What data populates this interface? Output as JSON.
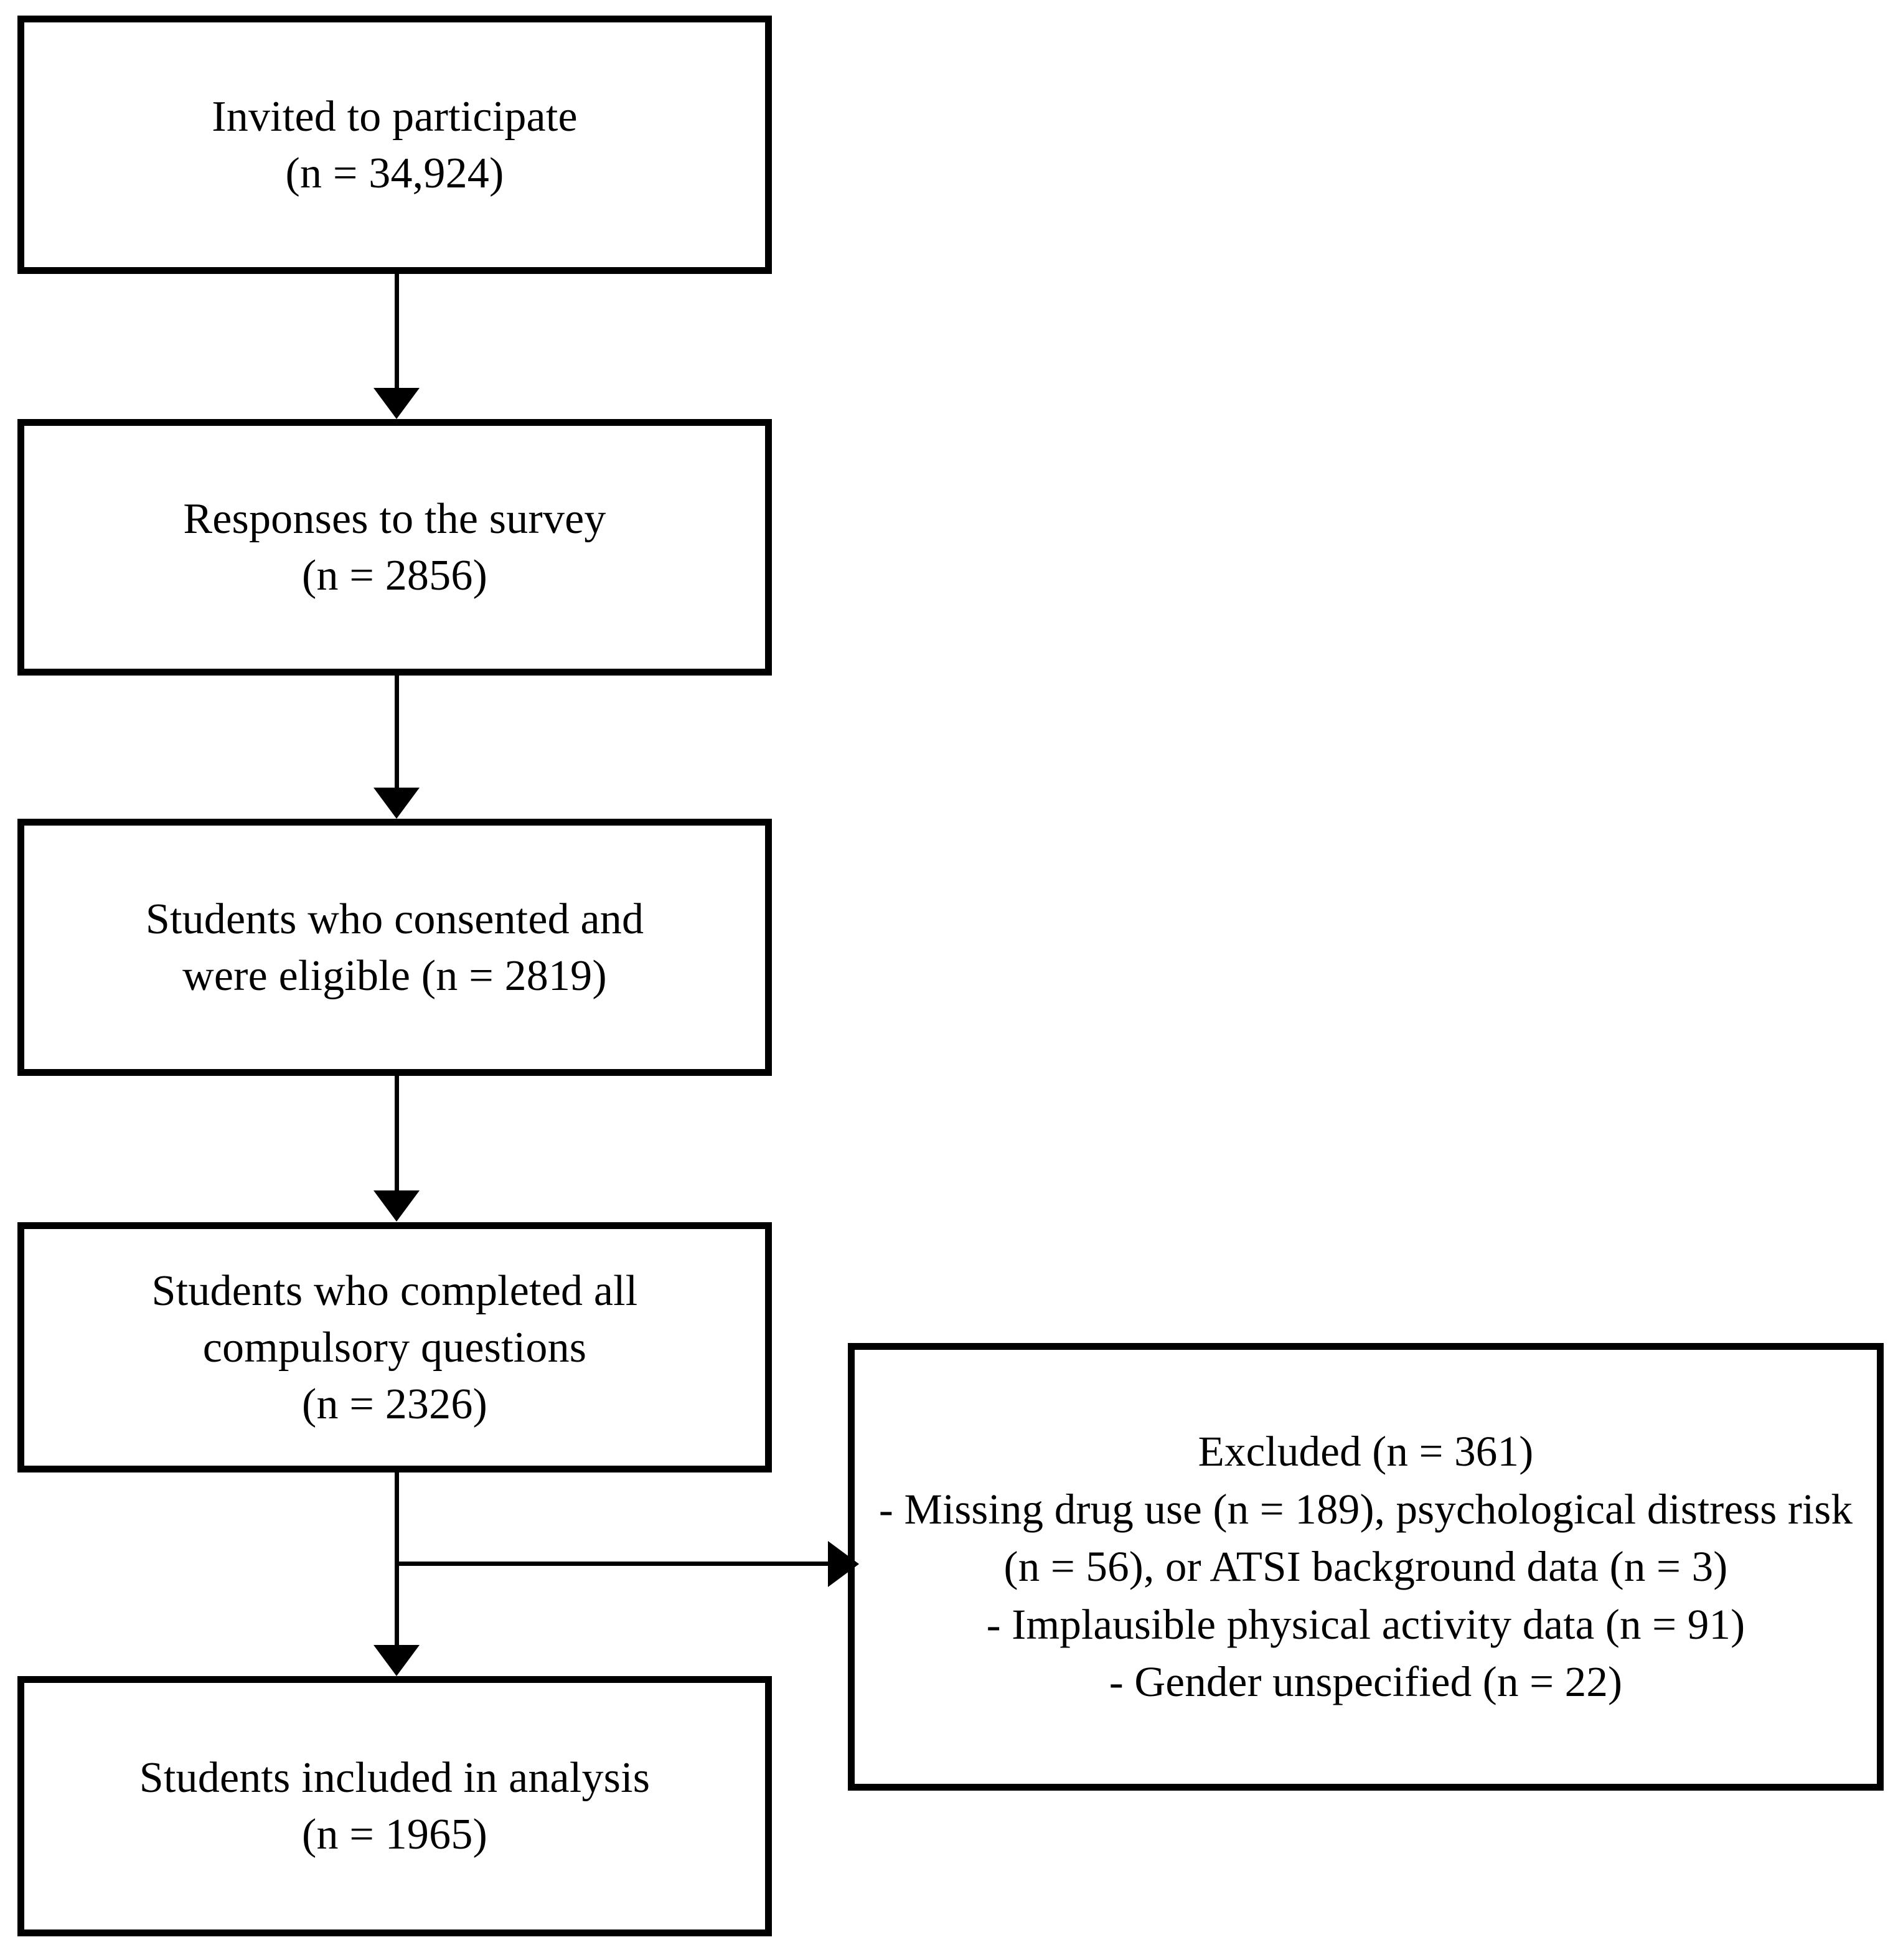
{
  "figure": {
    "type": "participant-flow-diagram",
    "orientation": "vertical",
    "colors": {
      "box_border": "#000000",
      "box_fill": "#ffffff",
      "connector": "#000000",
      "text": "#000000"
    }
  },
  "nodes": {
    "invited": {
      "id": "invited",
      "label": "Invited to participate\n(n = 34,924)",
      "line1": "Invited to participate",
      "line2": "(n = 34,924)",
      "n": 34924
    },
    "responses": {
      "id": "responses",
      "label": "Responses to the survey\n(n = 2856)",
      "line1": "Responses to the survey",
      "line2": "(n = 2856)",
      "n": 2856
    },
    "consented": {
      "id": "consented",
      "label": "Students who consented and\nwere eligible (n = 2819)",
      "line1": "Students who consented and",
      "line2": "were eligible (n = 2819)",
      "n": 2819
    },
    "completed": {
      "id": "completed",
      "label": "Students who completed all\ncompulsory questions\n(n = 2326)",
      "line1": "Students who completed all",
      "line2": "compulsory questions",
      "line3": "(n = 2326)",
      "n": 2326
    },
    "included": {
      "id": "included",
      "label": "Students included in analysis\n(n = 1965)",
      "line1": "Students included in analysis",
      "line2": "(n = 1965)",
      "n": 1965
    },
    "excluded": {
      "id": "excluded",
      "label": "Excluded (n = 361)\n- Missing drug use (n = 189), psychological distress risk (n = 56), or ATSI background data (n = 3)\n- Implausible physical activity data (n = 91)\n- Gender unspecified (n = 22)",
      "heading": "Excluded (n = 361)",
      "n": 361,
      "lines": [
        "Excluded (n = 361)",
        "- Missing drug use (n = 189), psychological",
        "distress risk (n = 56), or ATSI background",
        "data (n = 3)",
        "- Implausible physical activity data (n = 91)",
        "- Gender unspecified (n = 22)"
      ],
      "reasons": [
        {
          "text": "Missing drug use",
          "n": 189
        },
        {
          "text": "psychological distress risk",
          "n": 56
        },
        {
          "text": "ATSI background data",
          "n": 3
        },
        {
          "text": "Implausible physical activity data",
          "n": 91
        },
        {
          "text": "Gender unspecified",
          "n": 22
        }
      ]
    }
  },
  "edges": [
    {
      "from": "invited",
      "to": "responses",
      "direction": "down"
    },
    {
      "from": "responses",
      "to": "consented",
      "direction": "down"
    },
    {
      "from": "consented",
      "to": "completed",
      "direction": "down"
    },
    {
      "from": "completed",
      "to": "included",
      "direction": "down"
    },
    {
      "from": "completed",
      "to": "excluded",
      "direction": "right"
    }
  ]
}
